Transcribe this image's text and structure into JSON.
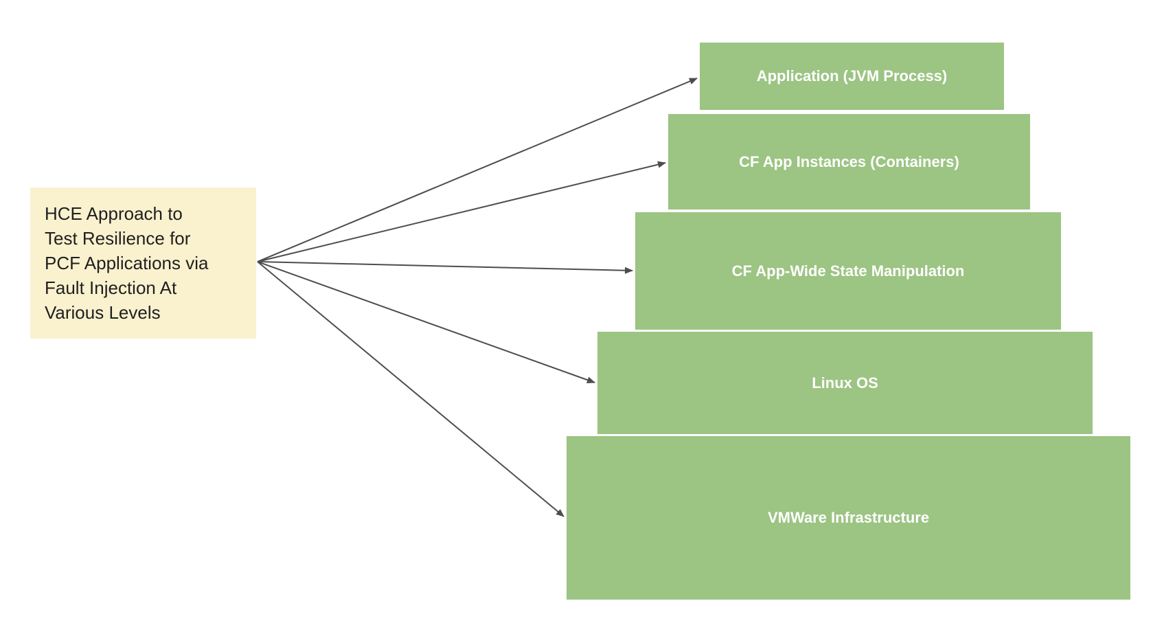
{
  "source": {
    "text": "HCE Approach to\nTest Resilience for\nPCF Applications via\nFault Injection At\nVarious Levels"
  },
  "levels": [
    {
      "label": "Application (JVM Process)"
    },
    {
      "label": "CF App Instances (Containers)"
    },
    {
      "label": "CF App-Wide State Manipulation"
    },
    {
      "label": "Linux OS"
    },
    {
      "label": "VMWare Infrastructure"
    }
  ],
  "colors": {
    "level_fill": "#9CC483",
    "source_fill": "#FAF1CE",
    "arrow": "#4D4D4D",
    "level_text": "#FFFFFF",
    "source_text": "#1F1F1F",
    "background": "#FFFFFF"
  }
}
